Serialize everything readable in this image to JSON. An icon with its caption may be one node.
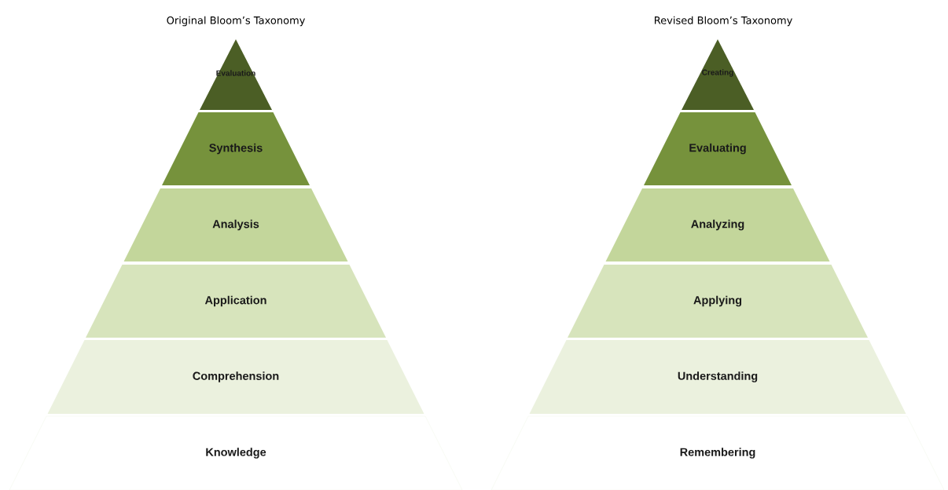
{
  "diagram": {
    "nodes": [
      {
        "text": [
          "Evaluation"
        ]
      },
      {
        "text": [
          "Synthesis"
        ]
      },
      {
        "text": [
          "Analysis"
        ]
      },
      {
        "text": [
          "Application"
        ]
      },
      {
        "text": [
          "Comprehension"
        ]
      },
      {
        "text": [
          "Knowledge"
        ]
      },
      {
        "text": [
          "Creating"
        ]
      },
      {
        "text": [
          "Evaluating"
        ]
      },
      {
        "text": [
          "Analyzing"
        ]
      },
      {
        "text": [
          "Applying"
        ]
      },
      {
        "text": [
          "Understanding"
        ]
      },
      {
        "text": [
          "Remembering"
        ]
      }
    ],
    "labels": [
      "Original Bloom’s Taxonomy",
      "Revised Bloom’s Taxonomy"
    ]
  }
}
